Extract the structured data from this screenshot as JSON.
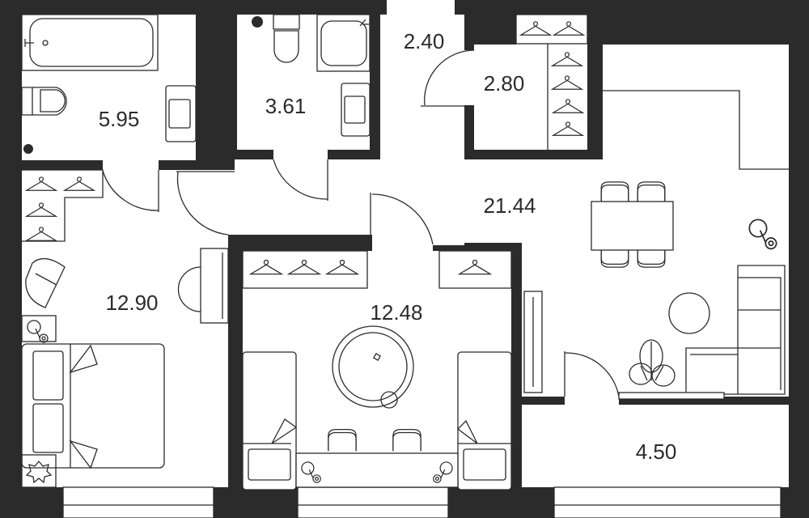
{
  "plan": {
    "wall_color": "#2b2b2b",
    "floor_color": "#ffffff",
    "rooms": [
      {
        "id": "bathroom",
        "area": "5.95"
      },
      {
        "id": "wc",
        "area": "3.61"
      },
      {
        "id": "entry-hall",
        "area": "2.40"
      },
      {
        "id": "walk-in-closet",
        "area": "2.80"
      },
      {
        "id": "living-kitchen",
        "area": "21.44"
      },
      {
        "id": "bedroom",
        "area": "12.90"
      },
      {
        "id": "kids-room",
        "area": "12.48"
      },
      {
        "id": "balcony",
        "area": "4.50"
      }
    ]
  }
}
